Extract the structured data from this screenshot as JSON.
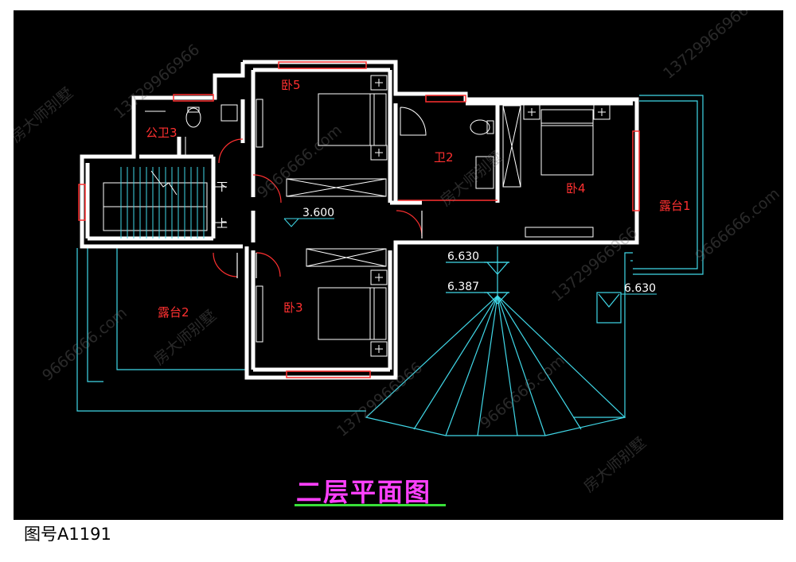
{
  "rooms": {
    "bedroom5": "卧5",
    "bedroom4": "卧4",
    "bedroom3": "卧3",
    "public_bath3": "公卫3",
    "bath2": "卫2",
    "terrace1": "露台1",
    "terrace2": "露台2"
  },
  "stair": {
    "down": "下",
    "up": "上"
  },
  "elevations": {
    "floor": "3.600",
    "roof_top": "6.630",
    "roof_edge": "6.387",
    "vent": "6.630"
  },
  "title": "二层平面图",
  "drawing_number": "图号A1191",
  "watermark": {
    "phone": "13729966966",
    "site": "9666666.com",
    "brand": "房大师别墅"
  },
  "colors": {
    "wall": "#ffffff",
    "window": "#ff3030",
    "roof": "#40d8e8",
    "title": "#ff40ff",
    "underline": "#39e039"
  }
}
